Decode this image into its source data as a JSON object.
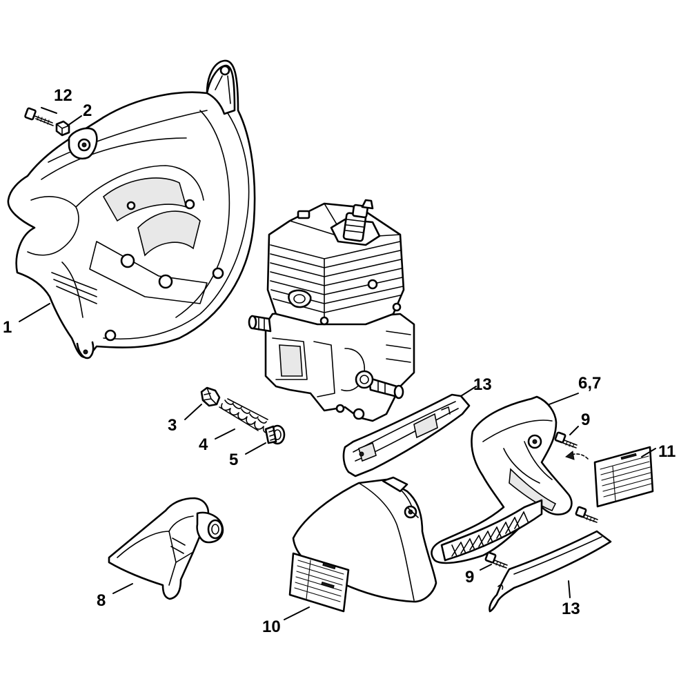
{
  "callouts": {
    "c1": "1",
    "c2": "2",
    "c3": "3",
    "c4": "4",
    "c5": "5",
    "c67": "6,7",
    "c8": "8",
    "c9a": "9",
    "c9b": "9",
    "c10": "10",
    "c11": "11",
    "c12": "12",
    "c13a": "13",
    "c13b": "13"
  },
  "colors": {
    "line": "#000000",
    "fill": "#ffffff",
    "shade": "#e8e8e8"
  }
}
